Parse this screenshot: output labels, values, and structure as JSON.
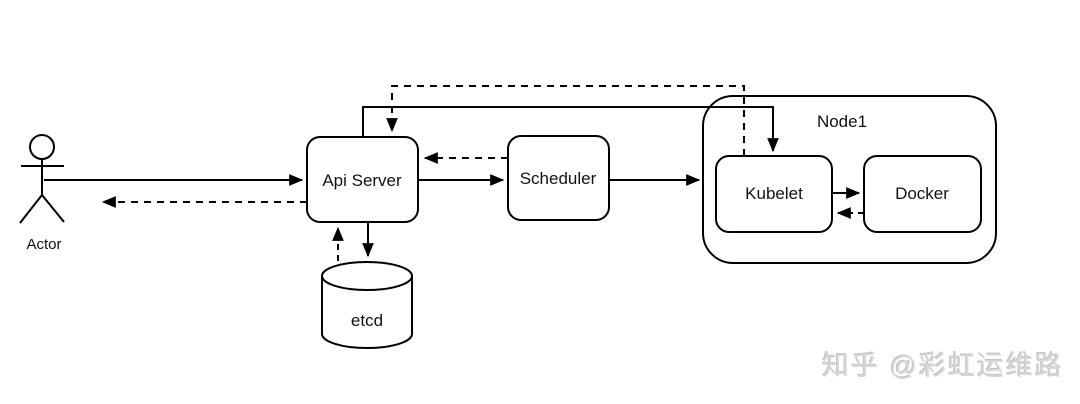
{
  "diagram": {
    "type": "kubernetes-architecture-flow",
    "nodes": {
      "actor": {
        "label": "Actor",
        "shape": "stick-figure"
      },
      "api_server": {
        "label": "Api Server",
        "shape": "rounded-rect"
      },
      "scheduler": {
        "label": "Scheduler",
        "shape": "rounded-rect"
      },
      "node1": {
        "label": "Node1",
        "shape": "rounded-rect-container"
      },
      "kubelet": {
        "label": "Kubelet",
        "shape": "rounded-rect"
      },
      "docker": {
        "label": "Docker",
        "shape": "rounded-rect"
      },
      "etcd": {
        "label": "etcd",
        "shape": "cylinder"
      }
    },
    "edges": [
      {
        "from": "Actor",
        "to": "Api Server",
        "style": "solid"
      },
      {
        "from": "Api Server",
        "to": "Actor",
        "style": "dashed"
      },
      {
        "from": "Api Server",
        "to": "Scheduler",
        "style": "solid"
      },
      {
        "from": "Scheduler",
        "to": "Api Server",
        "style": "dashed"
      },
      {
        "from": "Scheduler",
        "to": "Node1",
        "style": "solid"
      },
      {
        "from": "Api Server",
        "to": "Kubelet",
        "style": "solid",
        "route": "over-top"
      },
      {
        "from": "Kubelet",
        "to": "Api Server",
        "style": "dashed",
        "route": "over-top"
      },
      {
        "from": "Api Server",
        "to": "etcd",
        "style": "solid"
      },
      {
        "from": "etcd",
        "to": "Api Server",
        "style": "dashed"
      },
      {
        "from": "Kubelet",
        "to": "Docker",
        "style": "solid"
      },
      {
        "from": "Docker",
        "to": "Kubelet",
        "style": "dashed"
      }
    ],
    "colors": {
      "stroke": "#000000",
      "background": "#ffffff",
      "watermark_text": "#d7d7d7"
    }
  },
  "watermark": {
    "text": "知乎 @彩虹运维路"
  }
}
